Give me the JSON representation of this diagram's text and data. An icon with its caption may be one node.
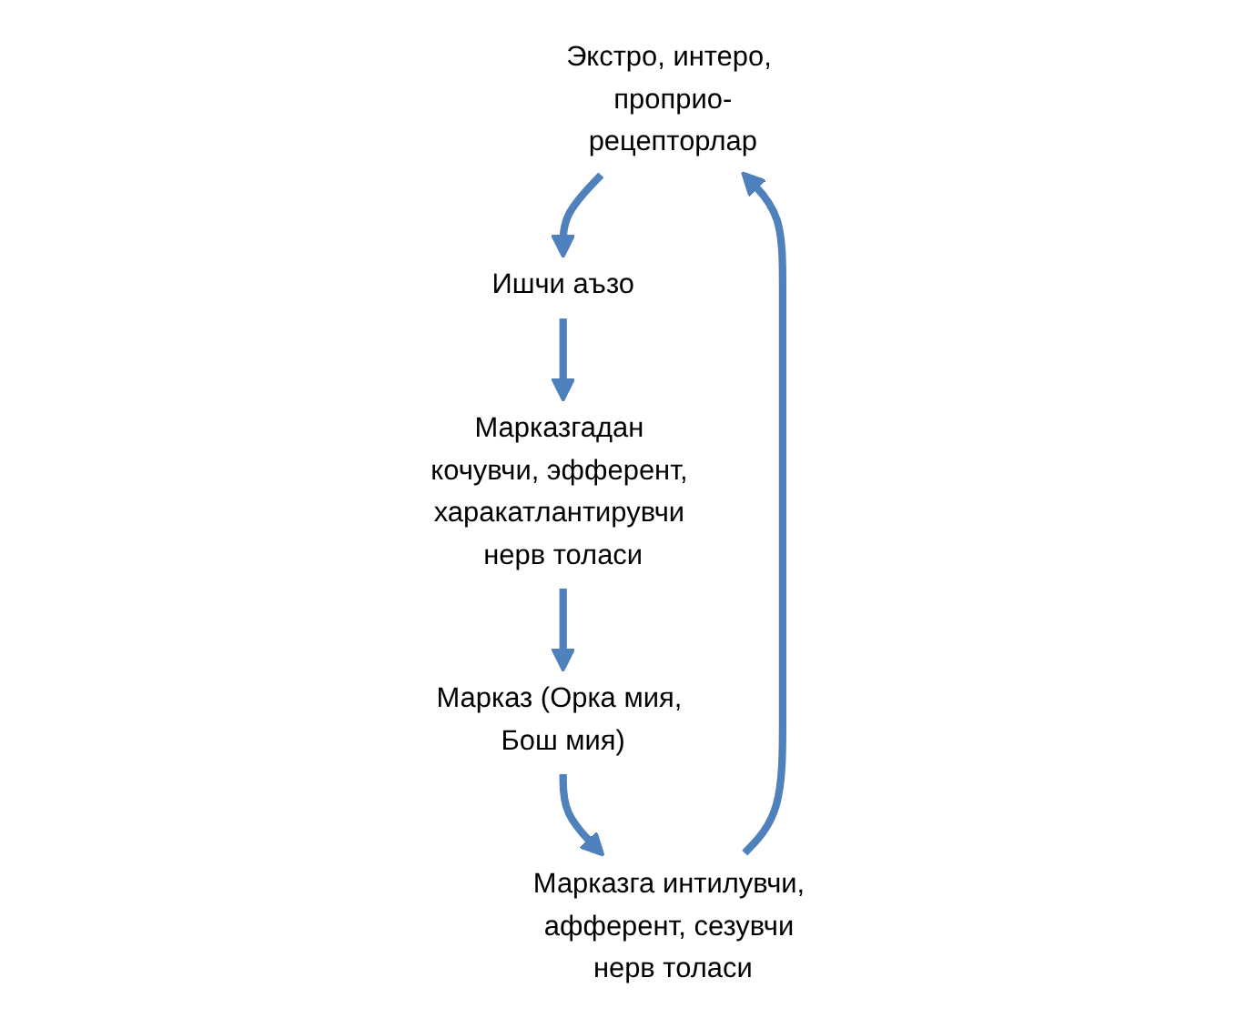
{
  "diagram": {
    "nodes": [
      {
        "text": [
          "Экстро, интеро, проприо-рецепторлар"
        ]
      },
      {
        "text": [
          "Ишчи аъзо"
        ]
      },
      {
        "text": [
          "Марказгадан кочувчи, эфферент, харакатлантирувчи нерв толаси"
        ]
      },
      {
        "text": [
          "Марказ (Орка мия, Бош мия)"
        ]
      },
      {
        "text": [
          "Марказга интилувчи, афферент, сезувчи нерв толаси"
        ]
      }
    ],
    "edges": [
      {
        "from": 0,
        "to": 1,
        "arrow": "to"
      },
      {
        "from": 1,
        "to": 2,
        "arrow": "to"
      },
      {
        "from": 2,
        "to": 3,
        "arrow": "to"
      },
      {
        "from": 3,
        "to": 4,
        "arrow": "to"
      },
      {
        "from": 4,
        "to": 0,
        "arrow": "to"
      }
    ]
  }
}
